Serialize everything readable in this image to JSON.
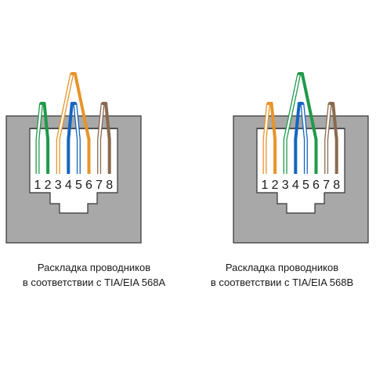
{
  "connectors": [
    {
      "id": "568a",
      "pins": [
        "1",
        "2",
        "3",
        "4",
        "5",
        "6",
        "7",
        "8"
      ],
      "wires": [
        {
          "pin": 1,
          "color": "#1f9a4a",
          "striped": true
        },
        {
          "pin": 2,
          "color": "#1f9a4a",
          "striped": false
        },
        {
          "pin": 3,
          "color": "#e8942a",
          "striped": true
        },
        {
          "pin": 4,
          "color": "#1565c0",
          "striped": false
        },
        {
          "pin": 5,
          "color": "#1565c0",
          "striped": true
        },
        {
          "pin": 6,
          "color": "#e8942a",
          "striped": false
        },
        {
          "pin": 7,
          "color": "#8a6a4e",
          "striped": true
        },
        {
          "pin": 8,
          "color": "#8a6a4e",
          "striped": false
        }
      ],
      "caption": {
        "line1": "Раскладка проводников",
        "line2": "в соответствии с TIA/EIA 568A"
      }
    },
    {
      "id": "568b",
      "pins": [
        "1",
        "2",
        "3",
        "4",
        "5",
        "6",
        "7",
        "8"
      ],
      "wires": [
        {
          "pin": 1,
          "color": "#e8942a",
          "striped": true
        },
        {
          "pin": 2,
          "color": "#e8942a",
          "striped": false
        },
        {
          "pin": 3,
          "color": "#1f9a4a",
          "striped": true
        },
        {
          "pin": 4,
          "color": "#1565c0",
          "striped": false
        },
        {
          "pin": 5,
          "color": "#1565c0",
          "striped": true
        },
        {
          "pin": 6,
          "color": "#1f9a4a",
          "striped": false
        },
        {
          "pin": 7,
          "color": "#8a6a4e",
          "striped": true
        },
        {
          "pin": 8,
          "color": "#8a6a4e",
          "striped": false
        }
      ],
      "caption": {
        "line1": "Раскладка проводников",
        "line2": "в соответствии с TIA/EIA 568B"
      }
    }
  ],
  "colors": {
    "housing": "#a8a8a8",
    "housing_stroke": "#333333",
    "inner_bg": "#ffffff"
  }
}
